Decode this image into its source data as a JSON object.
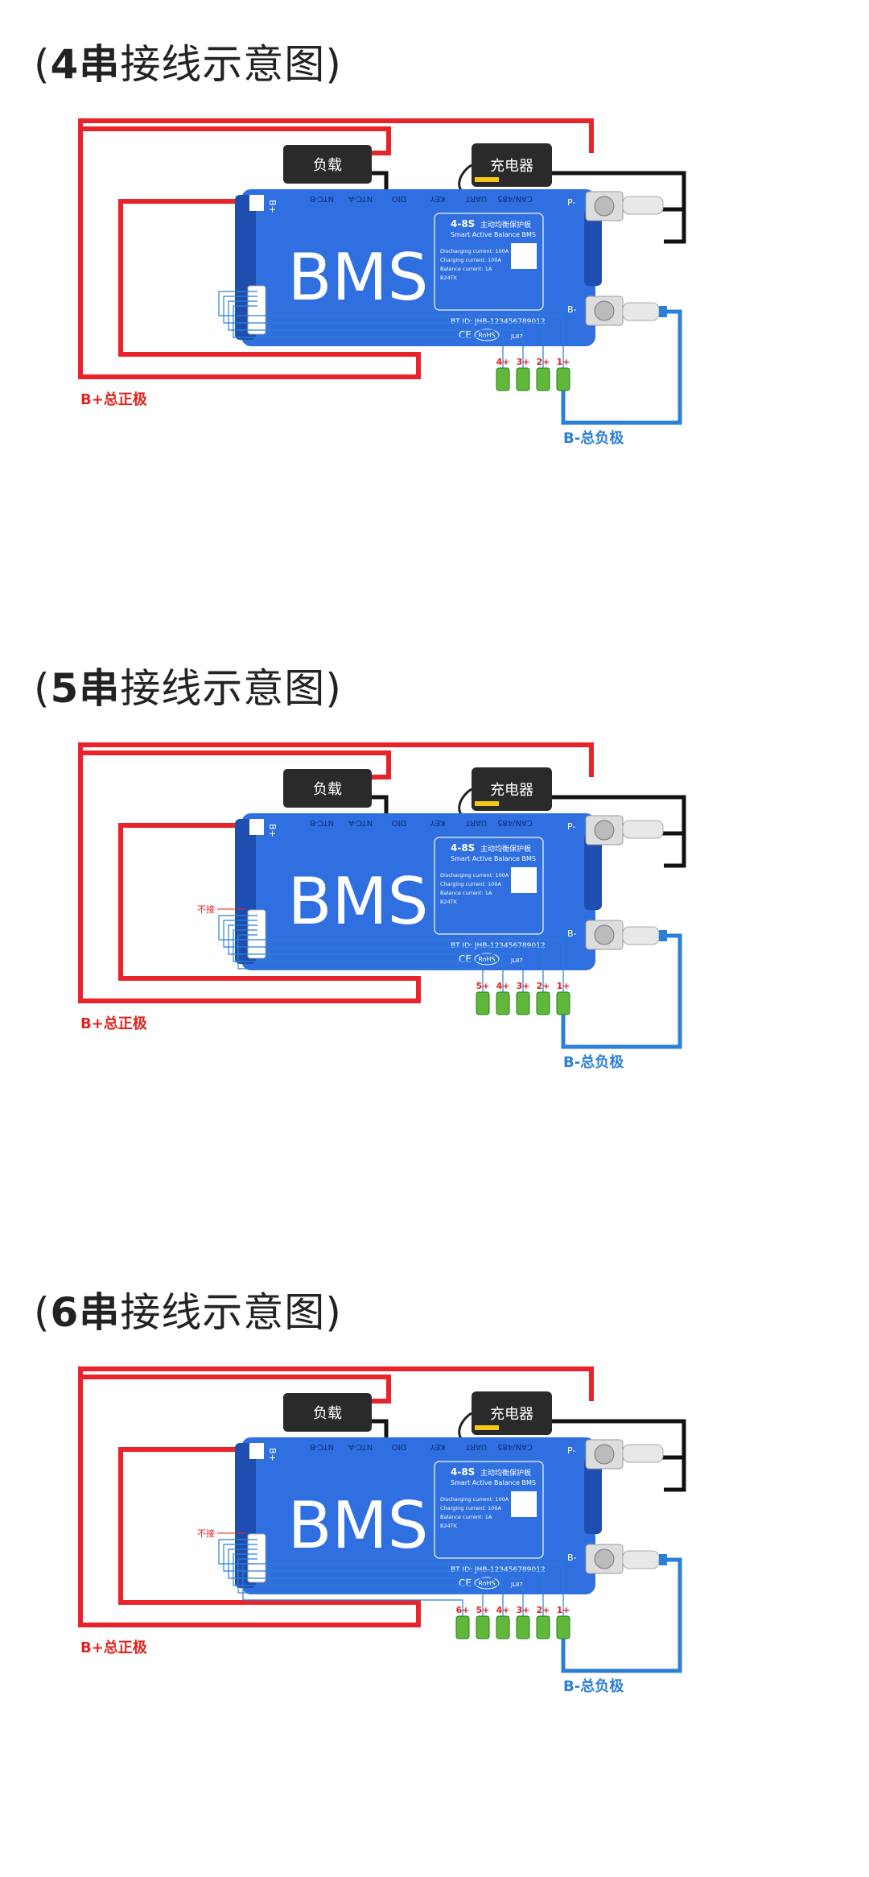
{
  "sections": [
    {
      "title_paren_open": "(",
      "title_bold": "4串",
      "title_rest": "接线示意图",
      "title_paren_close": ")",
      "series_count": 4,
      "cell_labels": [
        "4+",
        "3+",
        "2+",
        "1+"
      ],
      "not_connected_label": ""
    },
    {
      "title_paren_open": "(",
      "title_bold": "5串",
      "title_rest": "接线示意图",
      "title_paren_close": ")",
      "series_count": 5,
      "cell_labels": [
        "5+",
        "4+",
        "3+",
        "2+",
        "1+"
      ],
      "not_connected_label": "不接"
    },
    {
      "title_paren_open": "(",
      "title_bold": "6串",
      "title_rest": "接线示意图",
      "title_paren_close": ")",
      "series_count": 6,
      "cell_labels": [
        "6+",
        "5+",
        "4+",
        "3+",
        "2+",
        "1+"
      ],
      "not_connected_label": "不接"
    }
  ],
  "labels": {
    "load": "负载",
    "charger": "充电器",
    "bms": "BMS",
    "b_plus_total": "B+总正极",
    "b_minus_total": "B-总负极",
    "port_b_plus": "B+",
    "port_p_minus": "P-",
    "port_b_minus": "B-",
    "top_connectors": [
      "CAN/485",
      "UART",
      "KEY",
      "DIO",
      "NTC-A",
      "NTC-B"
    ],
    "label_title": "4-8S",
    "label_title_cn": "主动均衡保护板",
    "label_subtitle": "Smart Active Balance BMS",
    "label_lines": [
      "Discharging current: 100A",
      "Charging current: 100A",
      "Balance current: 1A",
      "B24TK"
    ],
    "bt_id": "BT ID: JHB-123456789012",
    "ce": "CE",
    "rohs": "RoHS",
    "model_code": "JL87"
  },
  "colors": {
    "red_wire": "#e8232a",
    "blue_wire": "#2b7fd6",
    "bms_blue": "#2f6fe0",
    "cell_green": "#5fb83a",
    "label_red": "#e0231c",
    "label_blue": "#2b7fd6"
  }
}
